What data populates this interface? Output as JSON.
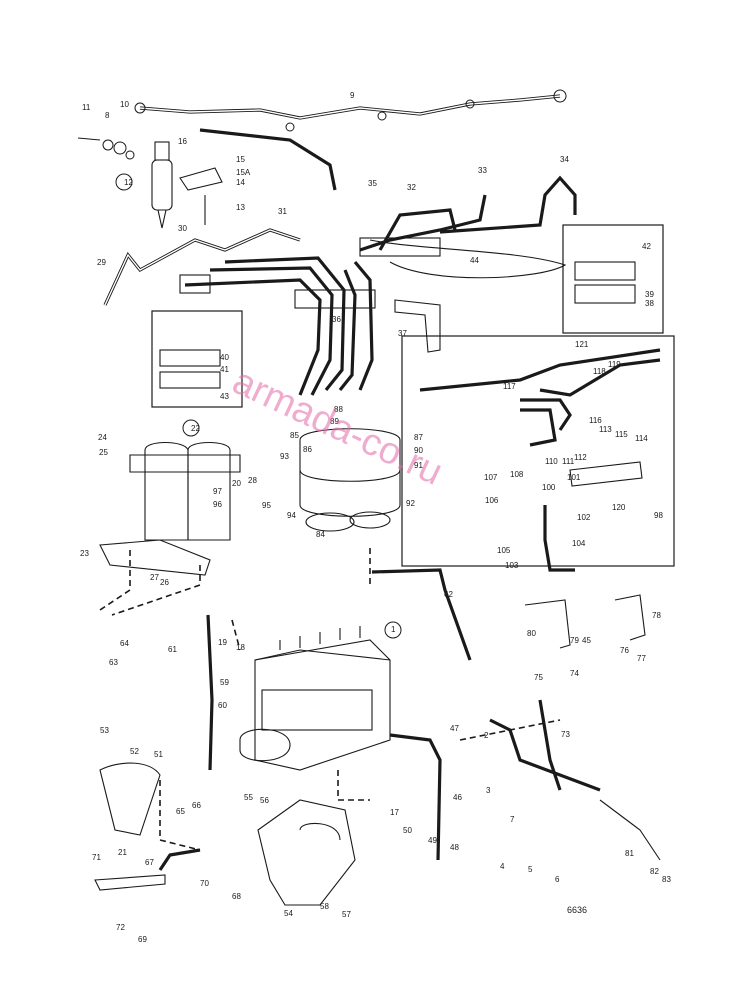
{
  "drawing": {
    "code": "6636",
    "watermark": "armada-co.ru",
    "labels": [
      "1",
      "2",
      "3",
      "4",
      "5",
      "6",
      "7",
      "8",
      "9",
      "10",
      "11",
      "12",
      "13",
      "14",
      "15",
      "15A",
      "16",
      "17",
      "18",
      "19",
      "20",
      "21",
      "22",
      "23",
      "24",
      "25",
      "26",
      "27",
      "28",
      "29",
      "30",
      "31",
      "32",
      "33",
      "34",
      "35",
      "36",
      "37",
      "38",
      "39",
      "40",
      "41",
      "42",
      "43",
      "44",
      "45",
      "46",
      "47",
      "48",
      "49",
      "50",
      "51",
      "52",
      "53",
      "54",
      "55",
      "56",
      "57",
      "58",
      "59",
      "60",
      "61",
      "62",
      "63",
      "64",
      "65",
      "66",
      "67",
      "68",
      "69",
      "70",
      "71",
      "72",
      "73",
      "74",
      "75",
      "76",
      "77",
      "78",
      "79",
      "80",
      "81",
      "82",
      "83",
      "84",
      "85",
      "86",
      "87",
      "88",
      "89",
      "90",
      "91",
      "92",
      "93",
      "94",
      "95",
      "96",
      "97",
      "98",
      "100",
      "101",
      "102",
      "103",
      "104",
      "105",
      "106",
      "107",
      "108",
      "110",
      "111",
      "112",
      "113",
      "114",
      "115",
      "116",
      "117",
      "118",
      "119",
      "120",
      "121"
    ]
  }
}
